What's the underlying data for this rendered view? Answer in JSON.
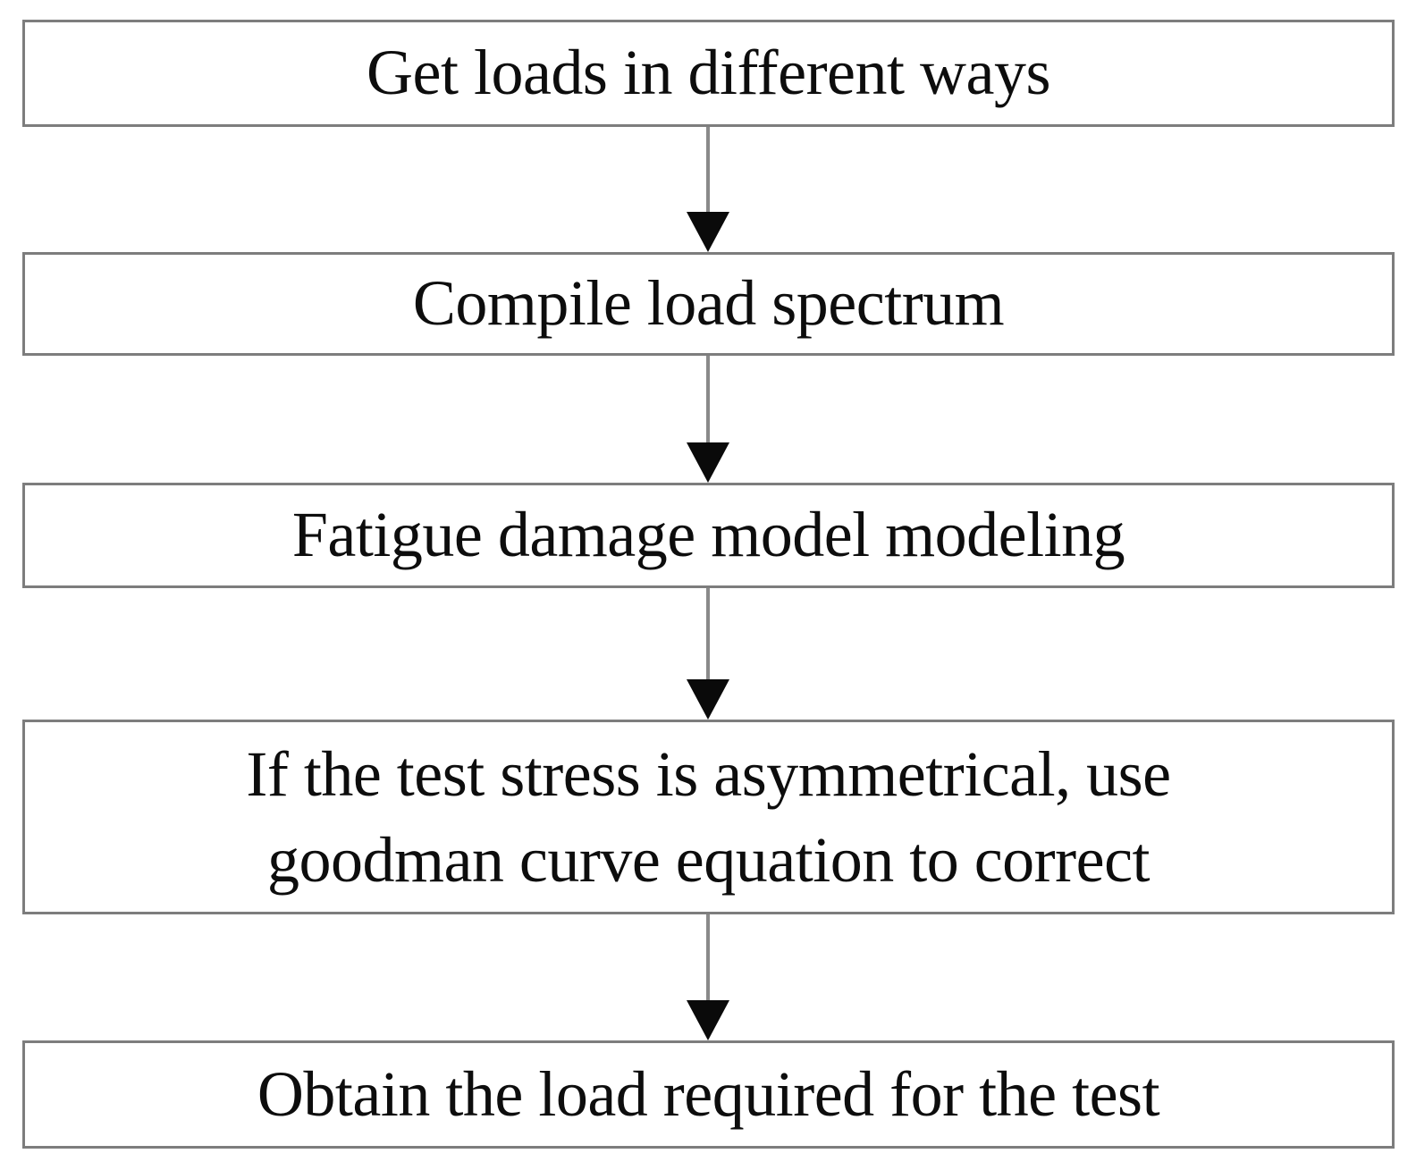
{
  "diagram": {
    "type": "flowchart",
    "orientation": "vertical-top-to-bottom",
    "colors": {
      "node_border": "#7d7d7d",
      "node_fill": "#ffffff",
      "connector_line": "#8a8a8a",
      "arrowhead": "#0a0a0a",
      "text": "#0d0d0d",
      "background": "#ffffff"
    },
    "nodes": [
      {
        "id": "node-1",
        "label": "Get loads in different ways",
        "shape": "rectangle"
      },
      {
        "id": "node-2",
        "label": "Compile load spectrum",
        "shape": "rectangle"
      },
      {
        "id": "node-3",
        "label": "Fatigue damage model modeling",
        "shape": "rectangle"
      },
      {
        "id": "node-4",
        "label": "If the test stress is asymmetrical, use\ngoodman curve equation to correct",
        "shape": "rectangle"
      },
      {
        "id": "node-5",
        "label": "Obtain the load required for the test",
        "shape": "rectangle"
      }
    ],
    "connectors": [
      {
        "id": "conn-1",
        "from": "node-1",
        "to": "node-2",
        "style": "arrow-down",
        "label": ""
      },
      {
        "id": "conn-2",
        "from": "node-2",
        "to": "node-3",
        "style": "arrow-down",
        "label": ""
      },
      {
        "id": "conn-3",
        "from": "node-3",
        "to": "node-4",
        "style": "arrow-down",
        "label": ""
      },
      {
        "id": "conn-4",
        "from": "node-4",
        "to": "node-5",
        "style": "arrow-down",
        "label": ""
      }
    ]
  }
}
